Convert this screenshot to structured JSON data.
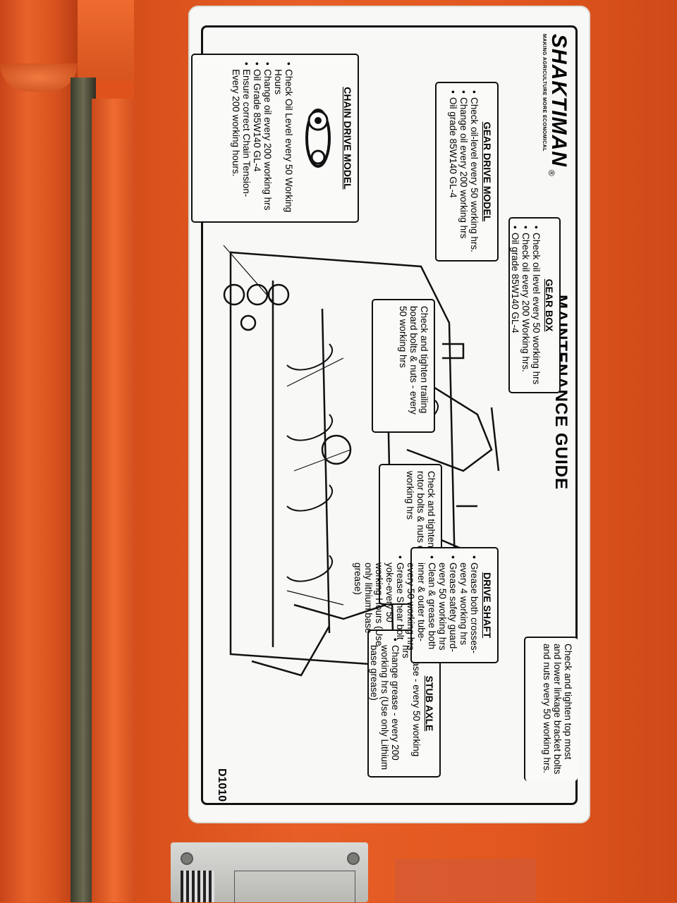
{
  "decal": {
    "title": "MAINTENANCE GUIDE",
    "brand": "SHAKTIMAN",
    "brand_mark": "®",
    "tagline": "MAKING AGRICULTURE MORE ECONOMICAL",
    "code": "D1010",
    "gear_box": {
      "heading": "GEAR BOX",
      "items": [
        "Check oil level every 50 working hrs",
        "Check oil every 200 Working hrs.",
        "Oil grade 85W140 GL-4"
      ]
    },
    "gear_drive_model": {
      "heading": "GEAR DRIVE MODEL",
      "items": [
        "Check oil-level every 50 working hrs.",
        "Change oil every 200 working hrs",
        "Oil grade 85W140 GL-4"
      ]
    },
    "chain_drive_model": {
      "heading": "CHAIN DRIVE MODEL",
      "items": [
        "Check Oil Level every 50 Working Hours",
        "Change oil every 200 working hrs",
        "Oil Grade 85W140 GL-4",
        "Ensure correct Chain Tension- Every 200 working hours."
      ]
    },
    "trailing_board": "Check and tighten trailing board bolts & nuts - every 50 working hrs",
    "rotor_bolts": "Check and tighten blade and rotor bolts & nuts every 8 working hrs",
    "linkage": "Check and tighten top most and lower linkage bracket bolts and nuts every 50 working hrs.",
    "drive_shaft": {
      "heading": "DRIVE SHAFT",
      "items": [
        "Grease both crosses- every 4 working hrs",
        "Grease safety guard- every 50 working hrs",
        "Clean & grease both inner & outer tube-every 50 working hrs",
        "Grease Shear bolt yoke-every 50 working Hours (Use only lithium base grease)"
      ]
    },
    "stub_axle": {
      "heading": "STUB AXLE",
      "items": [
        "Grease - every 50 working hrs",
        "Change grease - every 200 working hrs (Use only Lithium base grease)"
      ]
    }
  },
  "colors": {
    "machine_orange": "#e0521c",
    "decal_white": "#f8f8f6",
    "ink": "#111111"
  }
}
